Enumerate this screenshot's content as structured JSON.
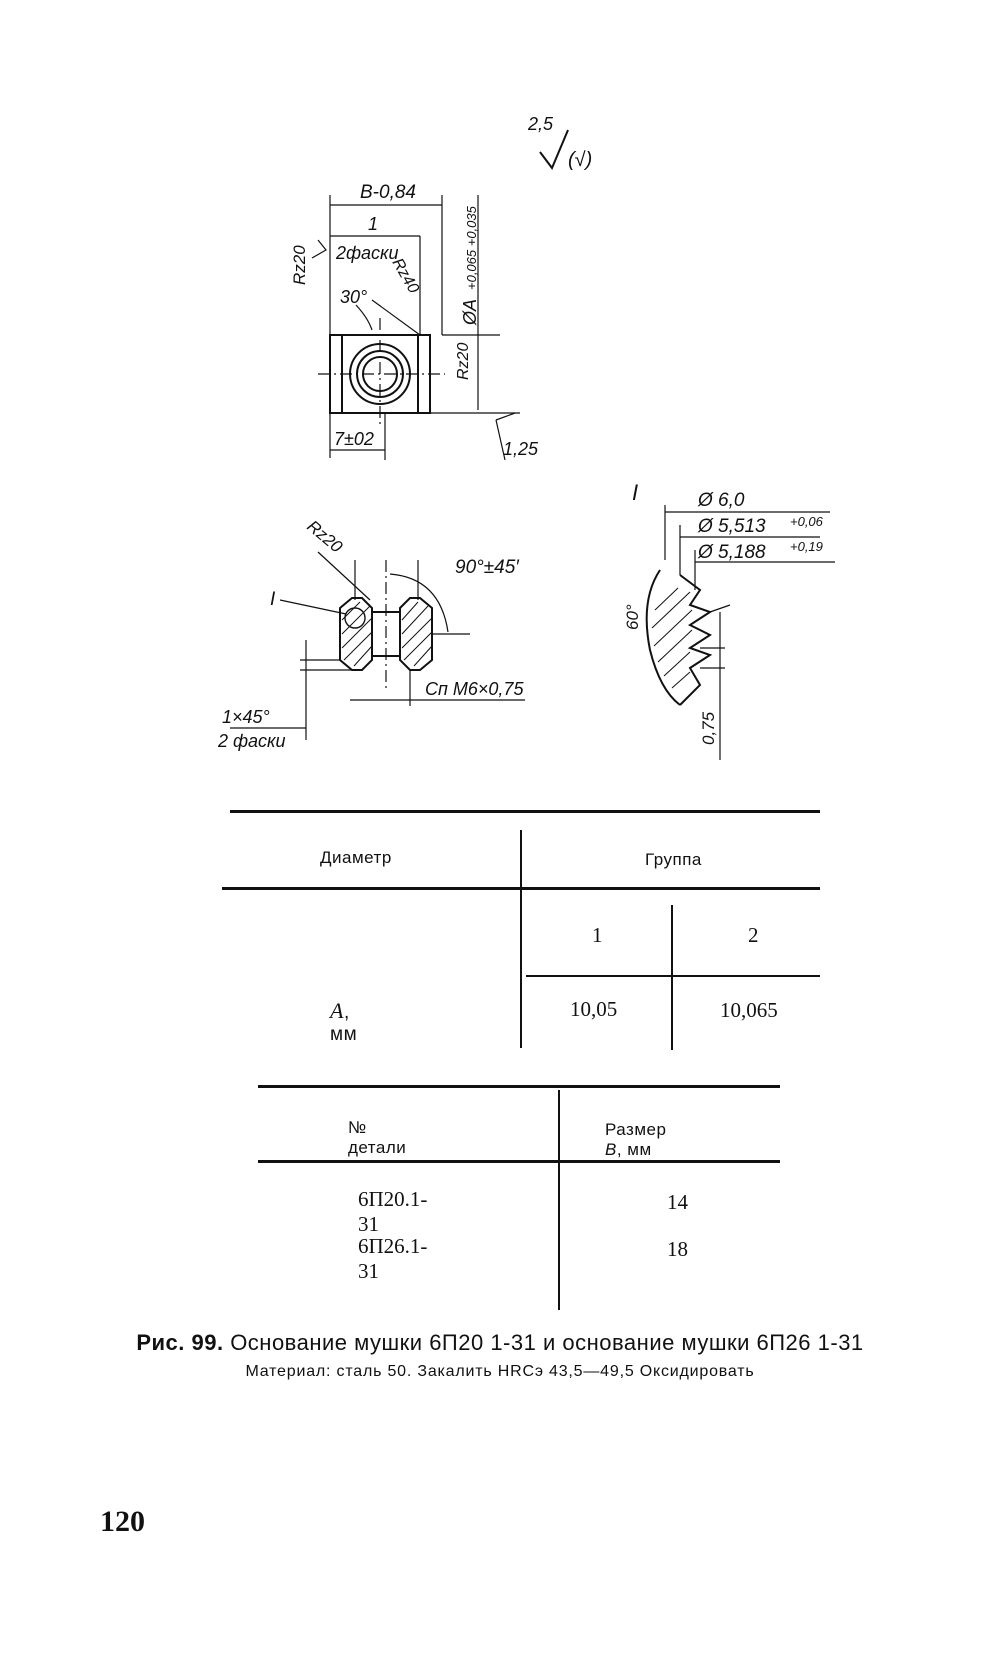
{
  "drawing": {
    "roughness_top": "2,5",
    "roughness_bracket": "(√)",
    "view1": {
      "dim_B": "B-0,84",
      "dim_1": "1",
      "chamfer_note": "2фаски",
      "rz20_left": "Rz20",
      "rz40": "Rz40",
      "angle30": "30°",
      "rz20_right": "Rz20",
      "dim_A": "ØA",
      "tol_A": "+0,065 +0,035",
      "dim_7": "7±02",
      "dim_125": "1,25"
    },
    "view2": {
      "rz20": "Rz20",
      "angle": "90°±45′",
      "mark_I": "I",
      "thread": "Сп М6×0,75",
      "chamfer": "1×45°",
      "chamfer2": "2 фаски"
    },
    "view3": {
      "mark_I": "I",
      "d1": "Ø 6,0",
      "d2": "Ø 5,513",
      "d2_tol": "+0,06",
      "d3": "Ø 5,188",
      "d3_tol": "+0,19",
      "angle": "60°",
      "pitch": "0,75"
    }
  },
  "table1": {
    "header_diam": "Диаметр",
    "header_group": "Группа",
    "group1": "1",
    "group2": "2",
    "row_label_A": "A",
    "row_label_unit": ", мм",
    "val1": "10,05",
    "val2": "10,065"
  },
  "table2": {
    "header_part": "№ детали",
    "header_size_prefix": "Размер ",
    "header_size_B": "B",
    "header_size_unit": ", мм",
    "rows": [
      {
        "part": "6П20.1-31",
        "size": "14"
      },
      {
        "part": "6П26.1-31",
        "size": "18"
      }
    ]
  },
  "caption": {
    "fig": "Рис. 99.",
    "line1": "Основание мушки 6П20 1-31 и основание мушки 6П26 1-31",
    "line2": "Материал: сталь 50. Закалить HRCэ 43,5—49,5 Оксидировать"
  },
  "page_number": "120"
}
